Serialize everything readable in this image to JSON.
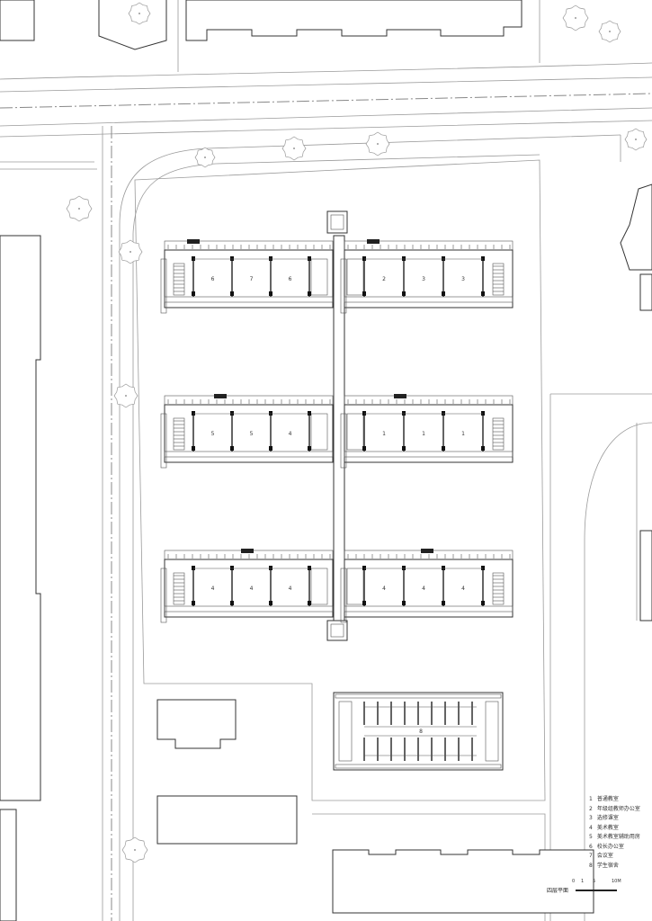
{
  "plan": {
    "title": "四层平面",
    "scale_ticks": [
      "0",
      "1",
      "5",
      "10M"
    ],
    "legend": [
      {
        "num": "1",
        "label": "普通教室"
      },
      {
        "num": "2",
        "label": "年级组教师办公室"
      },
      {
        "num": "3",
        "label": "选修课室"
      },
      {
        "num": "4",
        "label": "美术教室"
      },
      {
        "num": "5",
        "label": "美术教室辅助用房"
      },
      {
        "num": "6",
        "label": "校长办公室"
      },
      {
        "num": "7",
        "label": "会议室"
      },
      {
        "num": "8",
        "label": "学生宿舍"
      }
    ],
    "wings": [
      {
        "name": "north",
        "left_rooms": [
          "6",
          "7",
          "6"
        ],
        "right_rooms": [
          "2",
          "3",
          "3"
        ]
      },
      {
        "name": "middle",
        "left_rooms": [
          "5",
          "5",
          "4"
        ],
        "right_rooms": [
          "1",
          "1",
          "1"
        ]
      },
      {
        "name": "south",
        "left_rooms": [
          "4",
          "4",
          "4"
        ],
        "right_rooms": [
          "4",
          "4",
          "4"
        ]
      }
    ],
    "dormitory_label": "8"
  }
}
